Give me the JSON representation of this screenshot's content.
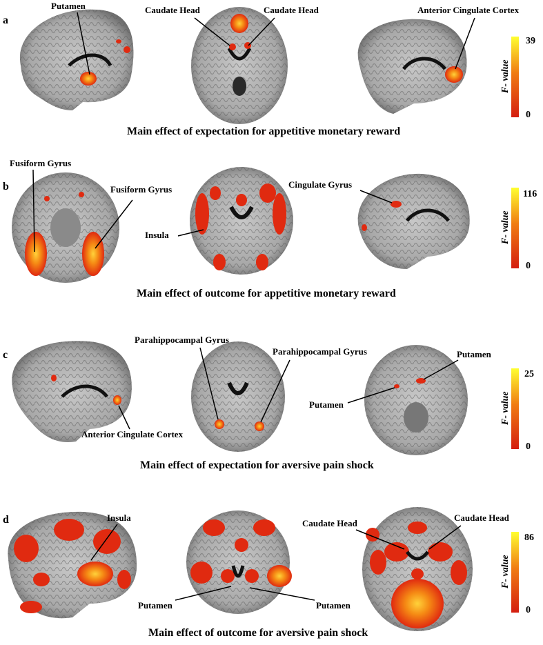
{
  "panels": {
    "a": {
      "letter": "a",
      "title": "Main effect of expectation for appetitive monetary reward",
      "labels": {
        "l1": "Putamen",
        "l2": "Caudate Head",
        "l3": "Caudate Head",
        "l4": "Anterior Cingulate Cortex"
      },
      "colorbar": {
        "label": "F- value",
        "max": "39",
        "min": "0"
      }
    },
    "b": {
      "letter": "b",
      "title": "Main effect of outcome for appetitive monetary reward",
      "labels": {
        "l1": "Fusiform Gyrus",
        "l2": "Fusiform Gyrus",
        "l3": "Insula",
        "l4": "Cingulate Gyrus"
      },
      "colorbar": {
        "label": "F- value",
        "max": "116",
        "min": "0"
      }
    },
    "c": {
      "letter": "c",
      "title": "Main effect of expectation for aversive pain shock",
      "labels": {
        "l1": "Parahippocampal Gyrus",
        "l2": "Parahippocampal Gyrus",
        "l3": "Anterior Cingulate Cortex",
        "l4": "Putamen",
        "l5": "Putamen"
      },
      "colorbar": {
        "label": "F- value",
        "max": "25",
        "min": "0"
      }
    },
    "d": {
      "letter": "d",
      "title": "Main effect of outcome for aversive pain shock",
      "labels": {
        "l1": "Insula",
        "l2": "Putamen",
        "l3": "Putamen",
        "l4": "Caudate Head",
        "l5": "Caudate Head"
      },
      "colorbar": {
        "label": "F- value",
        "max": "86",
        "min": "0"
      }
    }
  },
  "colors": {
    "low": "#d41e10",
    "mid": "#f07c12",
    "high": "#ffff30",
    "brain": "#9c9c9c"
  }
}
